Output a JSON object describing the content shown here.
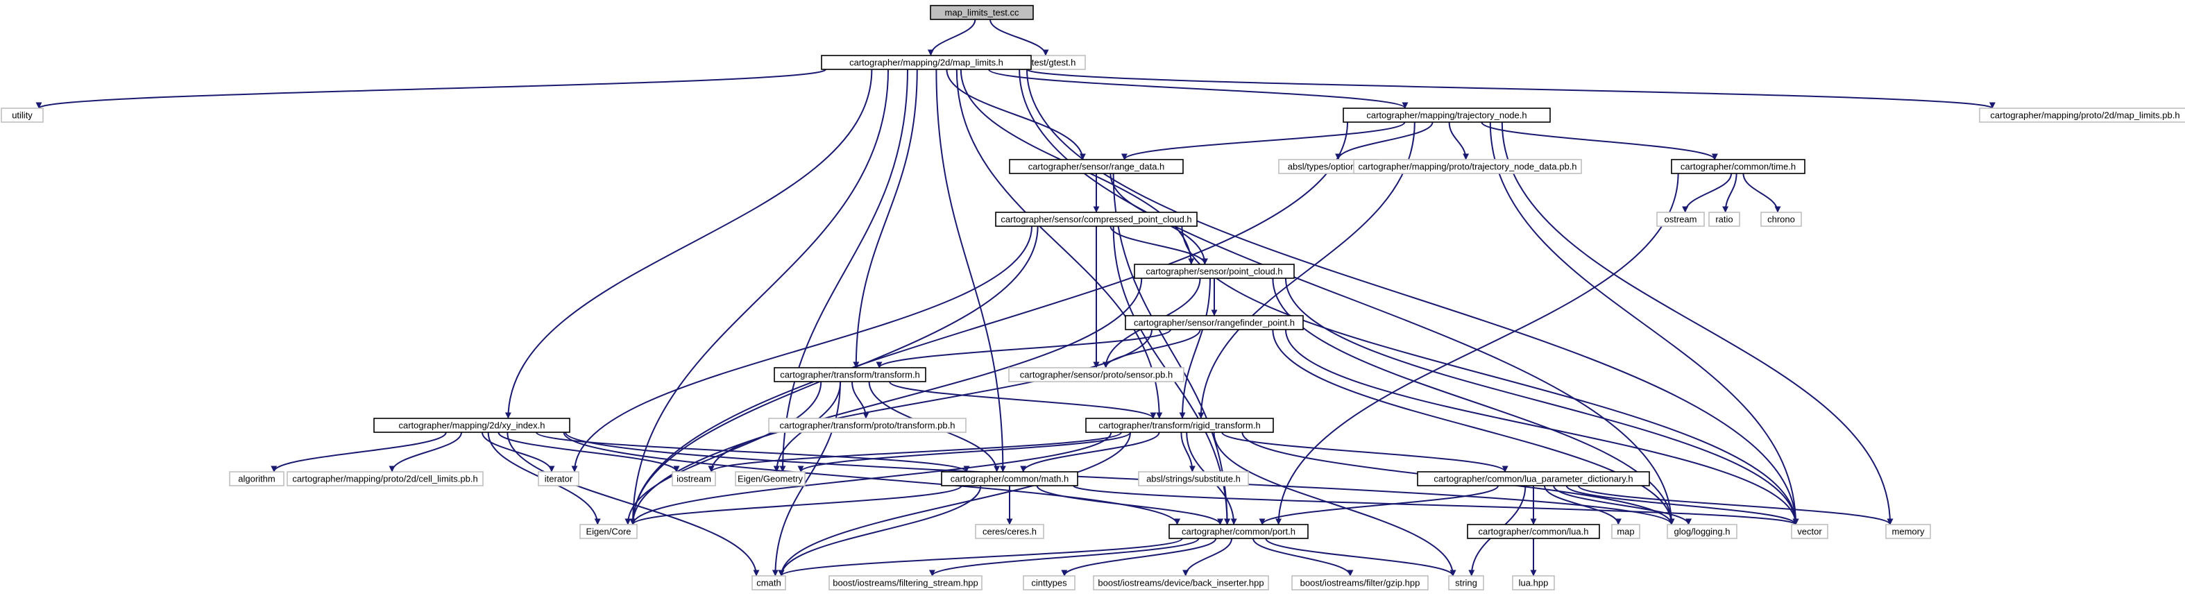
{
  "graph": {
    "nodes": [
      {
        "id": "root",
        "label": "map_limits_test.cc",
        "style": "root"
      },
      {
        "id": "gtest",
        "label": "gtest/gtest.h",
        "style": "ext"
      },
      {
        "id": "map_limits",
        "label": "cartographer/mapping/2d/map_limits.h",
        "style": "doc"
      },
      {
        "id": "utility",
        "label": "utility",
        "style": "ext"
      },
      {
        "id": "proto_map_limits",
        "label": "cartographer/mapping/proto/2d/map_limits.pb.h",
        "style": "ext"
      },
      {
        "id": "trajectory_node",
        "label": "cartographer/mapping/trajectory_node.h",
        "style": "doc"
      },
      {
        "id": "range_data",
        "label": "cartographer/sensor/range_data.h",
        "style": "doc"
      },
      {
        "id": "absl_optional",
        "label": "absl/types/optional.h",
        "style": "ext"
      },
      {
        "id": "proto_traj",
        "label": "cartographer/mapping/proto/trajectory_node_data.pb.h",
        "style": "ext"
      },
      {
        "id": "time",
        "label": "cartographer/common/time.h",
        "style": "doc"
      },
      {
        "id": "ostream",
        "label": "ostream",
        "style": "ext"
      },
      {
        "id": "ratio",
        "label": "ratio",
        "style": "ext"
      },
      {
        "id": "chrono",
        "label": "chrono",
        "style": "ext"
      },
      {
        "id": "compressed",
        "label": "cartographer/sensor/compressed_point_cloud.h",
        "style": "doc"
      },
      {
        "id": "point_cloud",
        "label": "cartographer/sensor/point_cloud.h",
        "style": "doc"
      },
      {
        "id": "rangefinder",
        "label": "cartographer/sensor/rangefinder_point.h",
        "style": "doc"
      },
      {
        "id": "proto_sensor",
        "label": "cartographer/sensor/proto/sensor.pb.h",
        "style": "ext"
      },
      {
        "id": "transform",
        "label": "cartographer/transform/transform.h",
        "style": "doc"
      },
      {
        "id": "proto_transform",
        "label": "cartographer/transform/proto/transform.pb.h",
        "style": "ext"
      },
      {
        "id": "rigid",
        "label": "cartographer/transform/rigid_transform.h",
        "style": "doc"
      },
      {
        "id": "xy_index",
        "label": "cartographer/mapping/2d/xy_index.h",
        "style": "doc"
      },
      {
        "id": "algorithm",
        "label": "algorithm",
        "style": "ext"
      },
      {
        "id": "proto_cell",
        "label": "cartographer/mapping/proto/2d/cell_limits.pb.h",
        "style": "ext"
      },
      {
        "id": "iterator",
        "label": "iterator",
        "style": "ext"
      },
      {
        "id": "iostream",
        "label": "iostream",
        "style": "ext"
      },
      {
        "id": "eigen_geometry",
        "label": "Eigen/Geometry",
        "style": "ext"
      },
      {
        "id": "math",
        "label": "cartographer/common/math.h",
        "style": "doc"
      },
      {
        "id": "absl_substitute",
        "label": "absl/strings/substitute.h",
        "style": "ext"
      },
      {
        "id": "lua_dict",
        "label": "cartographer/common/lua_parameter_dictionary.h",
        "style": "doc"
      },
      {
        "id": "map",
        "label": "map",
        "style": "ext"
      },
      {
        "id": "glog",
        "label": "glog/logging.h",
        "style": "ext"
      },
      {
        "id": "vector",
        "label": "vector",
        "style": "ext"
      },
      {
        "id": "memory",
        "label": "memory",
        "style": "ext"
      },
      {
        "id": "eigen_core",
        "label": "Eigen/Core",
        "style": "ext"
      },
      {
        "id": "ceres",
        "label": "ceres/ceres.h",
        "style": "ext"
      },
      {
        "id": "port",
        "label": "cartographer/common/port.h",
        "style": "doc"
      },
      {
        "id": "lua_h",
        "label": "cartographer/common/lua.h",
        "style": "doc"
      },
      {
        "id": "cmath",
        "label": "cmath",
        "style": "ext"
      },
      {
        "id": "filtering_stream",
        "label": "boost/iostreams/filtering_stream.hpp",
        "style": "ext"
      },
      {
        "id": "cinttypes",
        "label": "cinttypes",
        "style": "ext"
      },
      {
        "id": "back_inserter",
        "label": "boost/iostreams/device/back_inserter.hpp",
        "style": "ext"
      },
      {
        "id": "gzip",
        "label": "boost/iostreams/filter/gzip.hpp",
        "style": "ext"
      },
      {
        "id": "string",
        "label": "string",
        "style": "ext"
      },
      {
        "id": "lua_hpp",
        "label": "lua.hpp",
        "style": "ext"
      }
    ],
    "edges": [
      [
        "root",
        "map_limits"
      ],
      [
        "root",
        "gtest"
      ],
      [
        "map_limits",
        "utility"
      ],
      [
        "map_limits",
        "eigen_core"
      ],
      [
        "map_limits",
        "xy_index"
      ],
      [
        "map_limits",
        "eigen_geometry"
      ],
      [
        "map_limits",
        "transform"
      ],
      [
        "map_limits",
        "math"
      ],
      [
        "map_limits",
        "rigid"
      ],
      [
        "map_limits",
        "range_data"
      ],
      [
        "map_limits",
        "point_cloud"
      ],
      [
        "map_limits",
        "trajectory_node"
      ],
      [
        "map_limits",
        "glog"
      ],
      [
        "map_limits",
        "vector"
      ],
      [
        "map_limits",
        "proto_map_limits"
      ],
      [
        "trajectory_node",
        "range_data"
      ],
      [
        "trajectory_node",
        "absl_optional"
      ],
      [
        "trajectory_node",
        "proto_traj"
      ],
      [
        "trajectory_node",
        "time"
      ],
      [
        "trajectory_node",
        "eigen_core"
      ],
      [
        "trajectory_node",
        "rigid"
      ],
      [
        "trajectory_node",
        "vector"
      ],
      [
        "trajectory_node",
        "memory"
      ],
      [
        "time",
        "ostream"
      ],
      [
        "time",
        "ratio"
      ],
      [
        "time",
        "chrono"
      ],
      [
        "time",
        "port"
      ],
      [
        "range_data",
        "compressed"
      ],
      [
        "range_data",
        "point_cloud"
      ],
      [
        "range_data",
        "proto_sensor"
      ],
      [
        "range_data",
        "port"
      ],
      [
        "compressed",
        "point_cloud"
      ],
      [
        "compressed",
        "proto_sensor"
      ],
      [
        "compressed",
        "iterator"
      ],
      [
        "compressed",
        "eigen_core"
      ],
      [
        "compressed",
        "vector"
      ],
      [
        "compressed",
        "port"
      ],
      [
        "point_cloud",
        "rangefinder"
      ],
      [
        "point_cloud",
        "proto_sensor"
      ],
      [
        "point_cloud",
        "rigid"
      ],
      [
        "point_cloud",
        "eigen_core"
      ],
      [
        "point_cloud",
        "vector"
      ],
      [
        "point_cloud",
        "glog"
      ],
      [
        "rangefinder",
        "transform"
      ],
      [
        "rangefinder",
        "proto_sensor"
      ],
      [
        "rangefinder",
        "iostream"
      ],
      [
        "rangefinder",
        "vector"
      ],
      [
        "rangefinder",
        "glog"
      ],
      [
        "transform",
        "proto_transform"
      ],
      [
        "transform",
        "rigid"
      ],
      [
        "transform",
        "math"
      ],
      [
        "transform",
        "eigen_geometry"
      ],
      [
        "transform",
        "eigen_core"
      ],
      [
        "transform",
        "cmath"
      ],
      [
        "rigid",
        "iostream"
      ],
      [
        "rigid",
        "eigen_geometry"
      ],
      [
        "rigid",
        "math"
      ],
      [
        "rigid",
        "eigen_core"
      ],
      [
        "rigid",
        "absl_substitute"
      ],
      [
        "rigid",
        "lua_dict"
      ],
      [
        "rigid",
        "port"
      ],
      [
        "rigid",
        "cmath"
      ],
      [
        "rigid",
        "string"
      ],
      [
        "rigid",
        "glog"
      ],
      [
        "xy_index",
        "algorithm"
      ],
      [
        "xy_index",
        "proto_cell"
      ],
      [
        "xy_index",
        "iterator"
      ],
      [
        "xy_index",
        "iostream"
      ],
      [
        "xy_index",
        "eigen_core"
      ],
      [
        "xy_index",
        "math"
      ],
      [
        "xy_index",
        "port"
      ],
      [
        "xy_index",
        "glog"
      ],
      [
        "xy_index",
        "cmath"
      ],
      [
        "math",
        "eigen_core"
      ],
      [
        "math",
        "ceres"
      ],
      [
        "math",
        "port"
      ],
      [
        "math",
        "cmath"
      ],
      [
        "math",
        "vector"
      ],
      [
        "lua_dict",
        "port"
      ],
      [
        "lua_dict",
        "lua_h"
      ],
      [
        "lua_dict",
        "map"
      ],
      [
        "lua_dict",
        "glog"
      ],
      [
        "lua_dict",
        "vector"
      ],
      [
        "lua_dict",
        "memory"
      ],
      [
        "lua_dict",
        "string"
      ],
      [
        "lua_h",
        "lua_hpp"
      ],
      [
        "port",
        "cmath"
      ],
      [
        "port",
        "filtering_stream"
      ],
      [
        "port",
        "cinttypes"
      ],
      [
        "port",
        "back_inserter"
      ],
      [
        "port",
        "gzip"
      ],
      [
        "port",
        "string"
      ]
    ]
  },
  "colors": {
    "edge": "#191970",
    "root_fill": "#bfbfbf",
    "root_stroke": "#000000",
    "doc_fill": "#ffffff",
    "doc_stroke": "#000000",
    "ext_fill": "#ffffff",
    "ext_stroke": "#bfbfbf",
    "text": "#000000"
  }
}
